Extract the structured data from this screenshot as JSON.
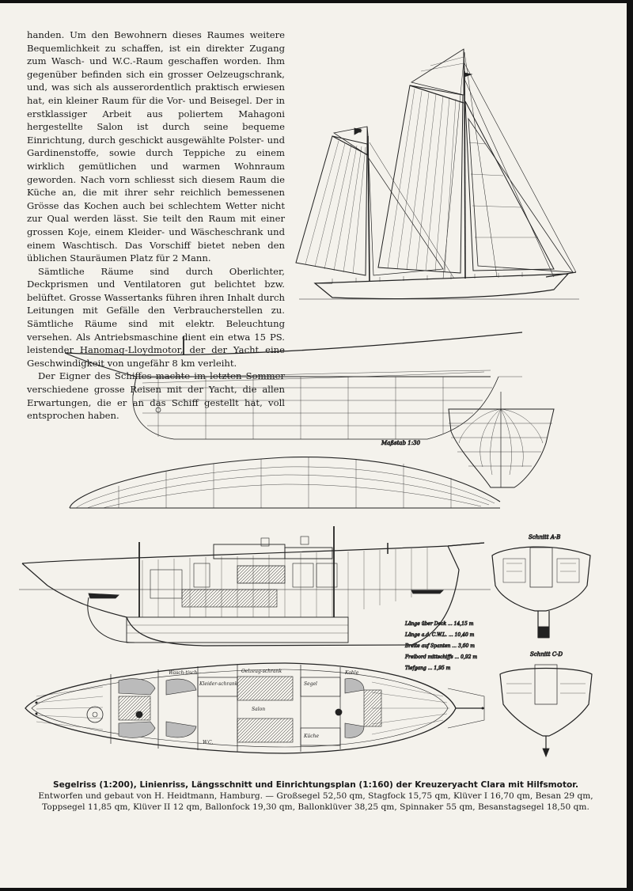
{
  "article": {
    "paragraphs": [
      "handen. Um den Bewohnern dieses Raumes weitere Bequemlichkeit zu schaffen, ist ein direkter Zugang zum Wasch- und W.C.-Raum geschaffen worden. Ihm gegenüber befinden sich ein grosser Oelzeugschrank, und, was sich als ausserordentlich praktisch erwiesen hat, ein kleiner Raum für die Vor- und Beisegel. Der in erstklassiger Arbeit aus poliertem Mahagoni hergestellte Salon ist durch seine bequeme Einrichtung, durch geschickt ausgewählte Polster- und Gardinenstoffe, sowie durch Teppiche zu einem wirklich gemütlichen und warmen Wohnraum geworden. Nach vorn schliesst sich diesem Raum die Küche an, die mit ihrer sehr reichlich bemessenen Grösse das Kochen auch bei schlechtem Wetter nicht zur Qual werden lässt. Sie teilt den Raum mit einer grossen Koje, einem Kleider- und Wäscheschrank und einem Waschtisch. Das Vorschiff bietet neben den üblichen Stauräumen Platz für 2 Mann.",
      "Sämtliche Räume sind durch Oberlichter, Deckprismen und Ventilatoren gut belichtet bzw. belüftet. Grosse Wassertanks führen ihren Inhalt durch Leitungen mit Gefälle den Verbraucherstellen zu. Sämtliche Räume sind mit elektr. Beleuchtung versehen. Als Antriebsmaschine dient ein etwa 15 PS. leistender Hanomag-Lloydmotor, der der Yacht eine Geschwindigkeit von ungefähr 8 km verleiht.",
      "Der Eigner des Schiffes machte im letzten Sommer verschiedene grosse Reisen mit der Yacht, die allen Erwartungen, die er an das Schiff gestellt hat, voll entsprochen haben."
    ]
  },
  "drawing_labels": {
    "scale_note": "Maßstab 1:30",
    "section_a": "Schnitt A-B",
    "section_b": "Schnitt C-D",
    "specs": [
      "Länge über Deck ... 14,15 m",
      "Länge a.d. C.W.L. ... 10,40 m",
      "Breite auf Spanten ... 3,60 m",
      "Freibord mittschiffs ... 0,92 m",
      "Tiefgang ... 1,95 m"
    ],
    "cabin_labels": [
      "Kleider-schrank",
      "Wasch-tisch",
      "Oelzeug-schrank",
      "Segel",
      "Salon",
      "Küche",
      "W.C.",
      "Kohle"
    ]
  },
  "caption": {
    "title": "Segelriss (1:200), Linienriss, Längsschnitt und Einrichtungsplan (1:160) der Kreuzeryacht Clara mit Hilfsmotor.",
    "line2": "Entworfen und gebaut von H. Heidtmann, Hamburg. — Großsegel 52,50 qm, Stagfock 15,75 qm, Klüver I 16,70 qm, Besan 29 qm,",
    "line3": "Toppsegel 11,85 qm, Klüver II 12 qm, Ballonfock 19,30 qm, Ballonklüver 38,25 qm, Spinnaker 55 qm, Besanstagsegel 18,50 qm."
  },
  "colors": {
    "paper": "#f4f2ec",
    "ink": "#1a1a1a"
  }
}
